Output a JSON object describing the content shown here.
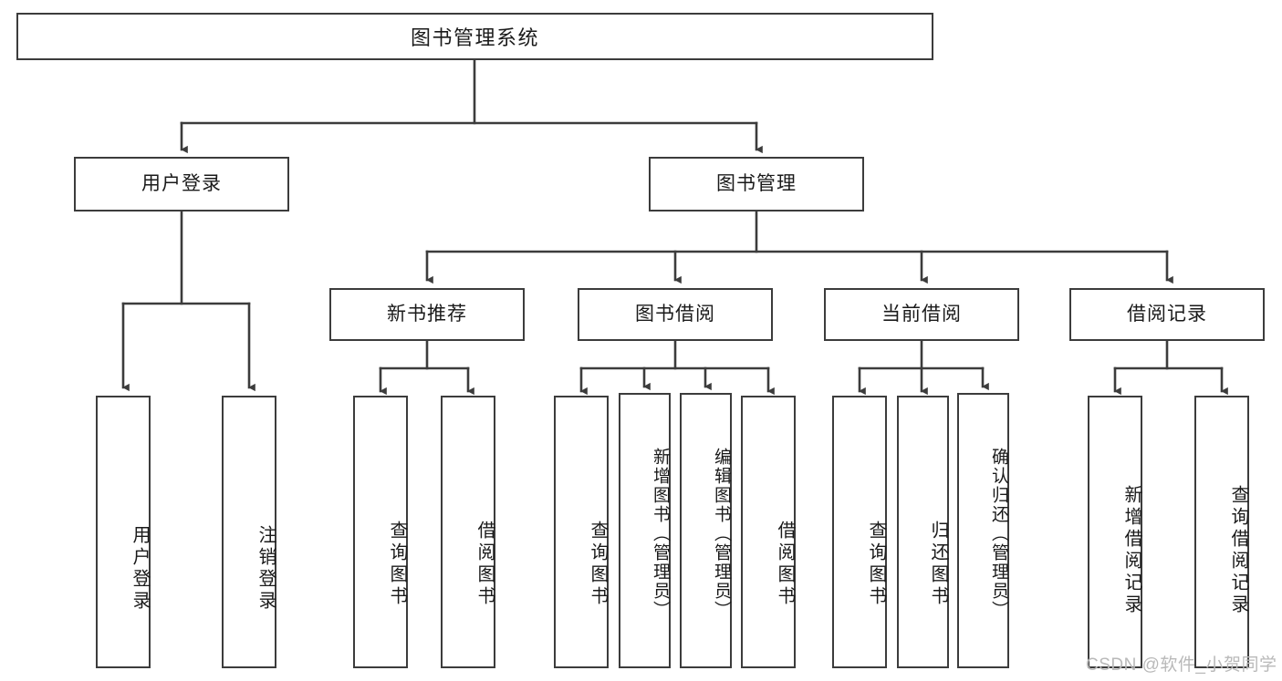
{
  "diagram": {
    "title": "图书管理系统",
    "type": "tree-hierarchy",
    "background_color": "#ffffff",
    "line_color": "#3c3c3c",
    "text_color": "#1a1a1a"
  },
  "nodes": {
    "root": {
      "label": "图书管理系统"
    },
    "level2": [
      {
        "id": "user-login",
        "label": "用户登录"
      },
      {
        "id": "book-manage",
        "label": "图书管理"
      }
    ],
    "level3": [
      {
        "id": "new-book-recommend",
        "label": "新书推荐"
      },
      {
        "id": "book-borrow",
        "label": "图书借阅"
      },
      {
        "id": "current-borrow",
        "label": "当前借阅"
      },
      {
        "id": "borrow-record",
        "label": "借阅记录"
      }
    ],
    "leaves": [
      {
        "id": "leaf-user-login",
        "label": "用户登录",
        "parent": "user-login"
      },
      {
        "id": "leaf-logout",
        "label": "注销登录",
        "parent": "user-login"
      },
      {
        "id": "leaf-query-book-1",
        "label": "查询图书",
        "parent": "new-book-recommend"
      },
      {
        "id": "leaf-borrow-book-1",
        "label": "借阅图书",
        "parent": "new-book-recommend"
      },
      {
        "id": "leaf-query-book-2",
        "label": "查询图书",
        "parent": "book-borrow"
      },
      {
        "id": "leaf-add-book",
        "label": "新增图书（管理员）",
        "parent": "book-borrow"
      },
      {
        "id": "leaf-edit-book",
        "label": "编辑图书（管理员）",
        "parent": "book-borrow"
      },
      {
        "id": "leaf-borrow-book-2",
        "label": "借阅图书",
        "parent": "book-borrow"
      },
      {
        "id": "leaf-query-book-3",
        "label": "查询图书",
        "parent": "current-borrow"
      },
      {
        "id": "leaf-return-book",
        "label": "归还图书",
        "parent": "current-borrow"
      },
      {
        "id": "leaf-confirm-return",
        "label": "确认归还（管理员）",
        "parent": "current-borrow"
      },
      {
        "id": "leaf-add-record",
        "label": "新增借阅记录",
        "parent": "borrow-record"
      },
      {
        "id": "leaf-query-record",
        "label": "查询借阅记录",
        "parent": "borrow-record"
      }
    ]
  },
  "watermark": {
    "text": "CSDN @软件_小贺同学"
  }
}
